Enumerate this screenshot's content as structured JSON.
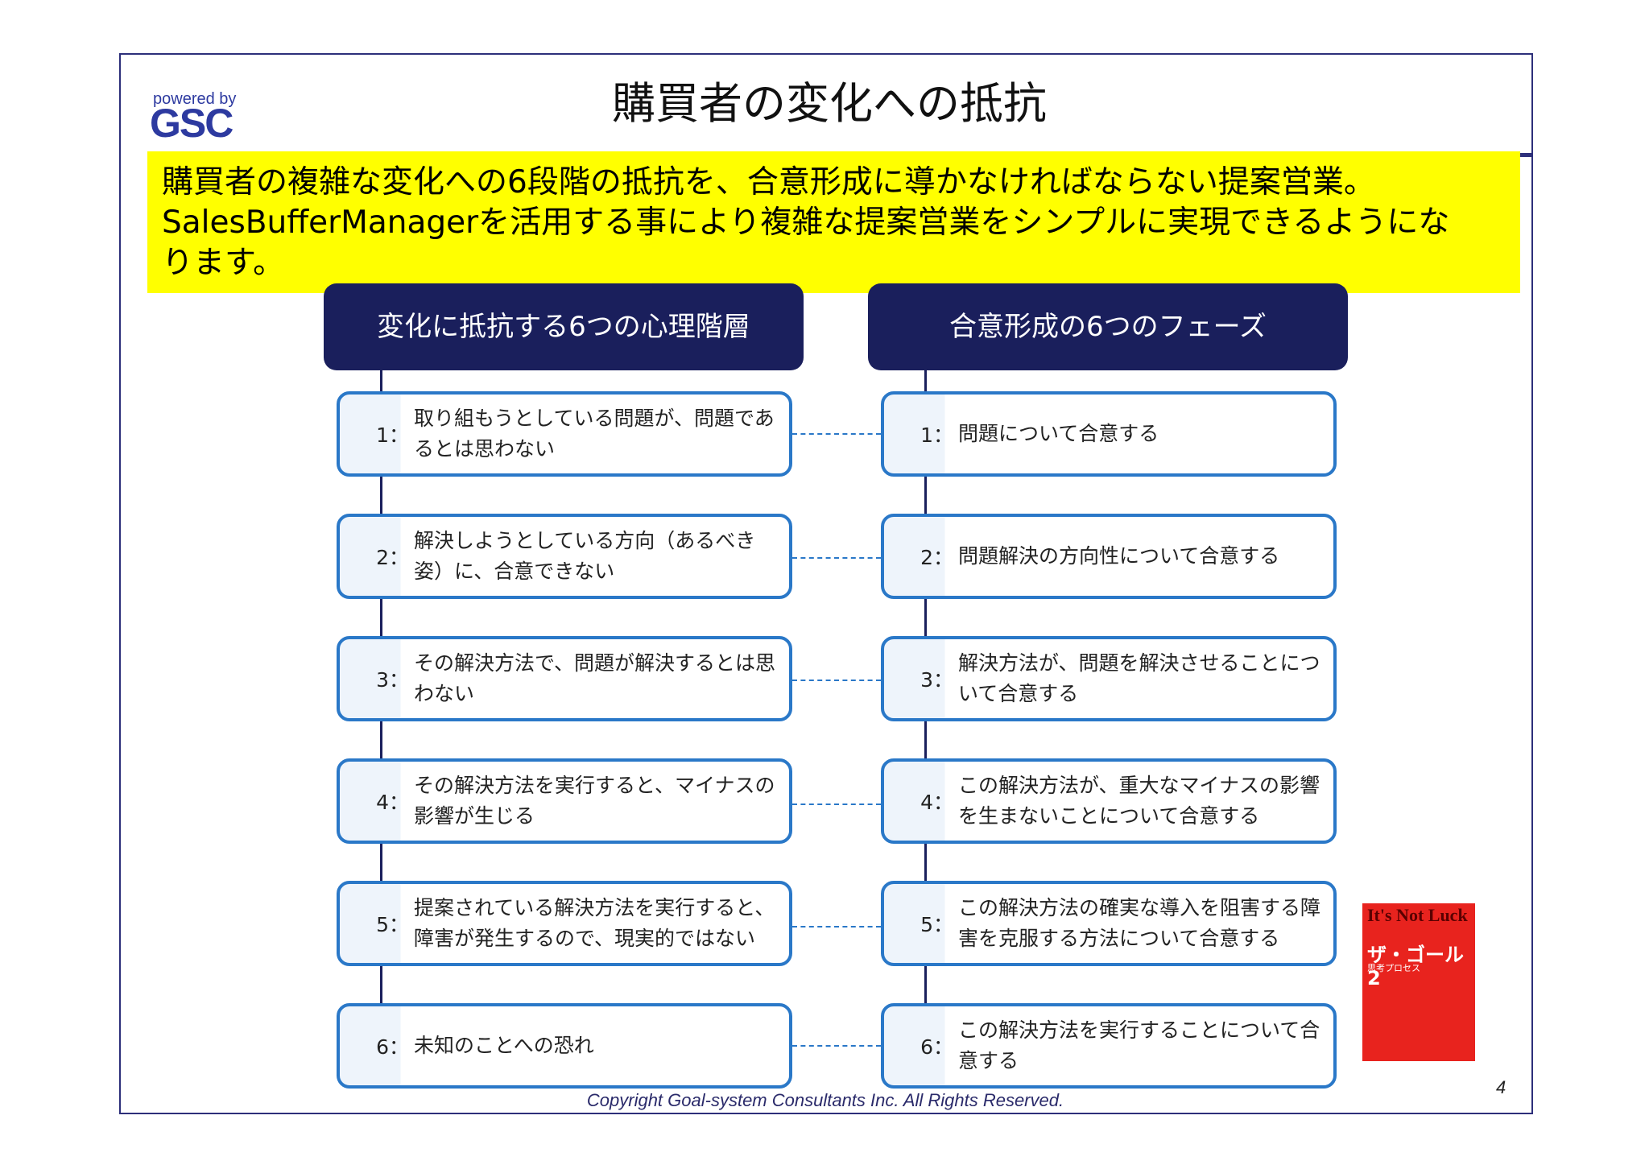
{
  "title": "購買者の変化への抵抗",
  "logo": {
    "small": "powered by",
    "big": "GSC"
  },
  "banner": {
    "line1": "購買者の複雑な変化への6段階の抵抗を、合意形成に導かなければならない提案営業。",
    "line2": "SalesBufferManagerを活用する事により複雑な提案営業をシンプルに実現できるようにな",
    "line3": "ります。"
  },
  "left_column": {
    "header": "変化に抵抗する6つの心理階層",
    "steps": [
      {
        "num": "1：",
        "text": "取り組もうとしている問題が、問題であるとは思わない"
      },
      {
        "num": "2：",
        "text": "解決しようとしている方向（あるべき姿）に、合意できない"
      },
      {
        "num": "3：",
        "text": "その解決方法で、問題が解決するとは思わない"
      },
      {
        "num": "4：",
        "text": "その解決方法を実行すると、マイナスの影響が生じる"
      },
      {
        "num": "5：",
        "text": "提案されている解決方法を実行すると、障害が発生するので、現実的ではない"
      },
      {
        "num": "6：",
        "text": "未知のことへの恐れ"
      }
    ]
  },
  "right_column": {
    "header": "合意形成の6つのフェーズ",
    "steps": [
      {
        "num": "1：",
        "text": "問題について合意する"
      },
      {
        "num": "2：",
        "text": "問題解決の方向性について合意する"
      },
      {
        "num": "3：",
        "text": "解決方法が、問題を解決させることについて合意する"
      },
      {
        "num": "4：",
        "text": "この解決方法が、重大なマイナスの影響を生まないことについて合意する"
      },
      {
        "num": "5：",
        "text": "この解決方法の確実な導入を阻害する障害を克服する方法について合意する"
      },
      {
        "num": "6：",
        "text": "この解決方法を実行することについて合意する"
      }
    ]
  },
  "book": {
    "title1": "It's Not Luck",
    "title2": "ザ・ゴール2",
    "subtitle": "思考プロセス"
  },
  "copyright": "Copyright Goal-system Consultants Inc. All Rights Reserved.",
  "page_number": "4"
}
